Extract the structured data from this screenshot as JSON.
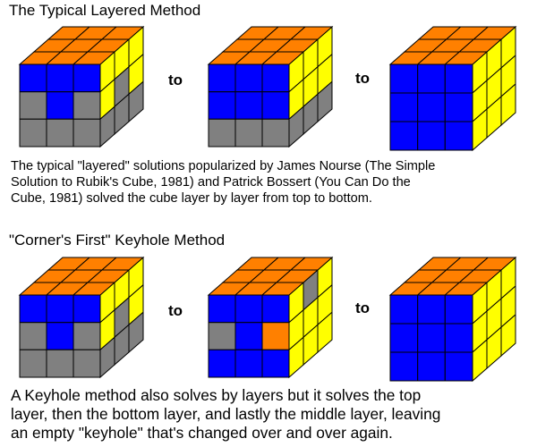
{
  "sections": [
    {
      "heading": "The Typical Layered Method",
      "connector": "to",
      "description": [
        "The typical \"layered\" solutions popularized by James Nourse (The Simple",
        "Solution to Rubik's Cube, 1981) and Patrick Bossert (You Can Do the",
        "Cube, 1981) solved the cube layer by layer from top to bottom."
      ]
    },
    {
      "heading": "\"Corner's First\" Keyhole Method",
      "connector": "to",
      "description": [
        "A Keyhole method also solves by layers but it solves the top",
        "layer, then the bottom layer, and lastly the middle layer, leaving",
        "an empty \"keyhole\" that's changed over and over again."
      ]
    }
  ],
  "colors": {
    "top": "#ff8000",
    "front_solved": "#0000ff",
    "side_solved": "#ffff00",
    "unsolved": "#808080"
  },
  "cubes": [
    {
      "top": [
        [
          "O",
          "O",
          "O"
        ],
        [
          "O",
          "O",
          "O"
        ],
        [
          "O",
          "O",
          "O"
        ]
      ],
      "front": [
        [
          "B",
          "B",
          "B"
        ],
        [
          "G",
          "B",
          "G"
        ],
        [
          "G",
          "G",
          "G"
        ]
      ],
      "side": [
        [
          "Y",
          "Y",
          "Y"
        ],
        [
          "Y",
          "G",
          "Y"
        ],
        [
          "G",
          "G",
          "G"
        ]
      ]
    },
    {
      "top": [
        [
          "O",
          "O",
          "O"
        ],
        [
          "O",
          "O",
          "O"
        ],
        [
          "O",
          "O",
          "O"
        ]
      ],
      "front": [
        [
          "B",
          "B",
          "B"
        ],
        [
          "B",
          "B",
          "B"
        ],
        [
          "G",
          "G",
          "G"
        ]
      ],
      "side": [
        [
          "Y",
          "Y",
          "Y"
        ],
        [
          "Y",
          "Y",
          "Y"
        ],
        [
          "G",
          "G",
          "G"
        ]
      ]
    },
    {
      "top": [
        [
          "O",
          "O",
          "O"
        ],
        [
          "O",
          "O",
          "O"
        ],
        [
          "O",
          "O",
          "O"
        ]
      ],
      "front": [
        [
          "B",
          "B",
          "B"
        ],
        [
          "B",
          "B",
          "B"
        ],
        [
          "B",
          "B",
          "B"
        ]
      ],
      "side": [
        [
          "Y",
          "Y",
          "Y"
        ],
        [
          "Y",
          "Y",
          "Y"
        ],
        [
          "Y",
          "Y",
          "Y"
        ]
      ]
    },
    {
      "top": [
        [
          "O",
          "O",
          "O"
        ],
        [
          "O",
          "O",
          "O"
        ],
        [
          "O",
          "O",
          "O"
        ]
      ],
      "front": [
        [
          "B",
          "B",
          "B"
        ],
        [
          "G",
          "B",
          "G"
        ],
        [
          "G",
          "G",
          "G"
        ]
      ],
      "side": [
        [
          "Y",
          "Y",
          "Y"
        ],
        [
          "Y",
          "G",
          "Y"
        ],
        [
          "G",
          "G",
          "G"
        ]
      ]
    },
    {
      "top": [
        [
          "O",
          "O",
          "O"
        ],
        [
          "O",
          "O",
          "O"
        ],
        [
          "O",
          "O",
          "O"
        ]
      ],
      "front": [
        [
          "B",
          "B",
          "B"
        ],
        [
          "G",
          "B",
          "O"
        ],
        [
          "B",
          "B",
          "B"
        ]
      ],
      "side": [
        [
          "Y",
          "G",
          "Y"
        ],
        [
          "Y",
          "Y",
          "Y"
        ],
        [
          "Y",
          "Y",
          "Y"
        ]
      ]
    },
    {
      "top": [
        [
          "O",
          "O",
          "O"
        ],
        [
          "O",
          "O",
          "O"
        ],
        [
          "O",
          "O",
          "O"
        ]
      ],
      "front": [
        [
          "B",
          "B",
          "B"
        ],
        [
          "B",
          "B",
          "B"
        ],
        [
          "B",
          "B",
          "B"
        ]
      ],
      "side": [
        [
          "Y",
          "Y",
          "Y"
        ],
        [
          "Y",
          "Y",
          "Y"
        ],
        [
          "Y",
          "Y",
          "Y"
        ]
      ]
    }
  ]
}
